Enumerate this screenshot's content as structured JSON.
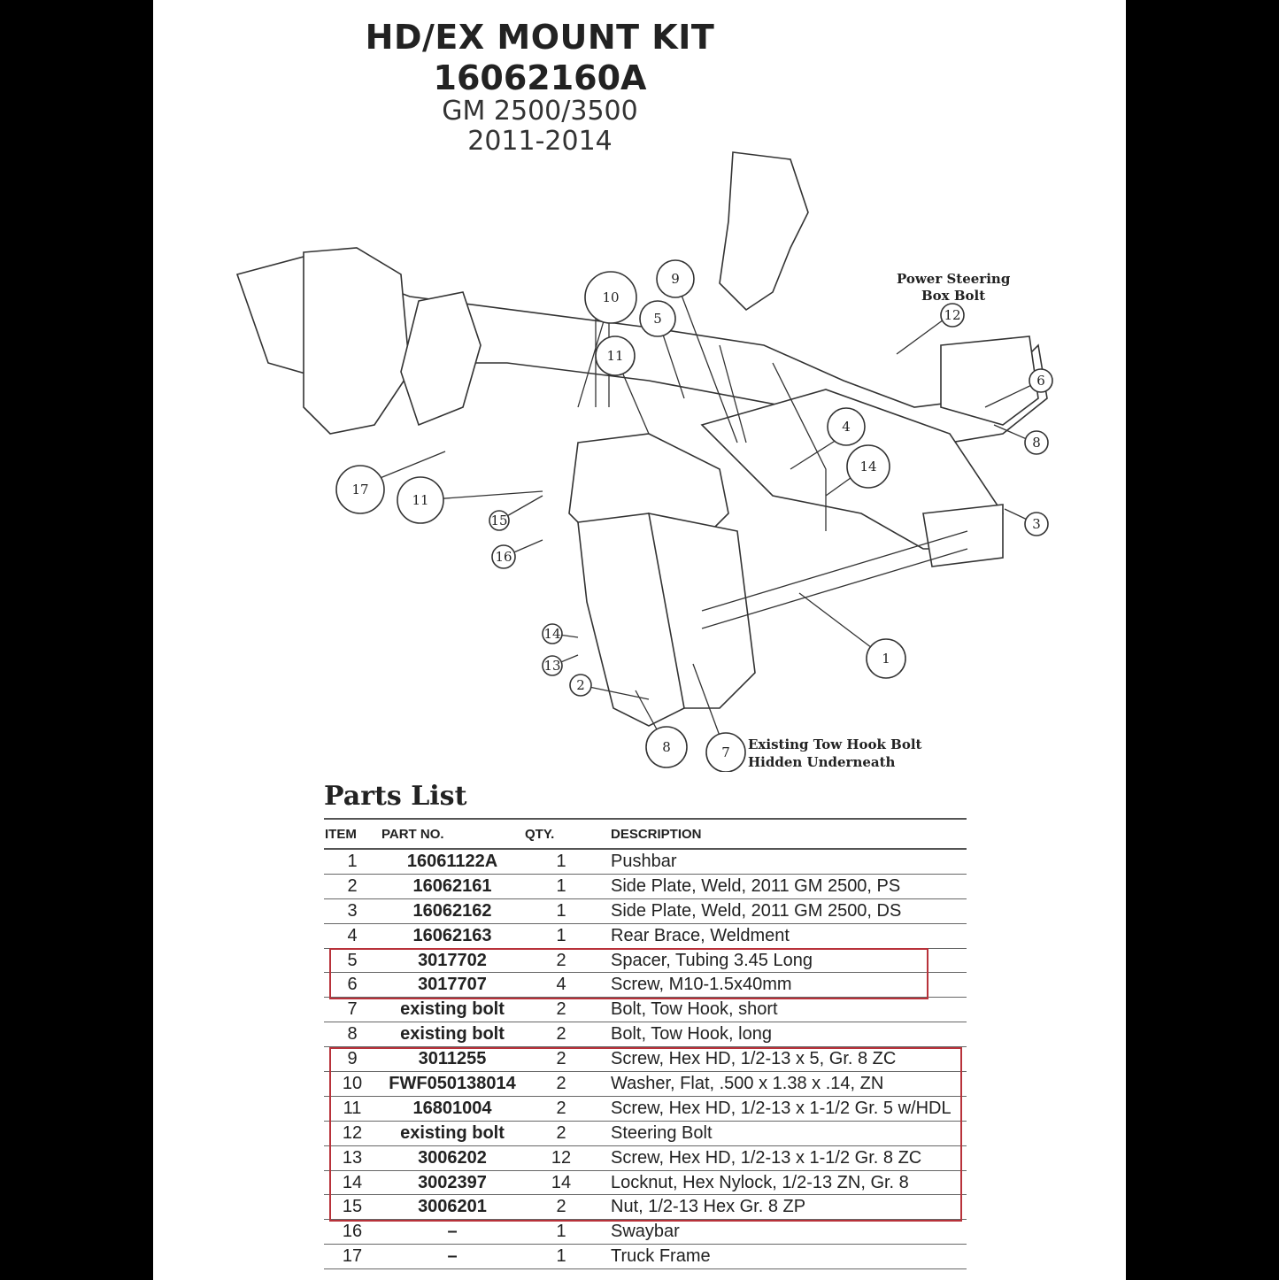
{
  "header": {
    "title": "HD/EX MOUNT KIT",
    "kit_number": "16062160A",
    "vehicle": "GM 2500/3500",
    "years": "2011-2014"
  },
  "diagram": {
    "callouts": [
      "1",
      "2",
      "3",
      "4",
      "5",
      "6",
      "7",
      "8",
      "8",
      "9",
      "10",
      "11",
      "11",
      "12",
      "13",
      "14",
      "14",
      "15",
      "16",
      "17"
    ],
    "notes": {
      "power_steering_line1": "Power Steering",
      "power_steering_line2": "Box Bolt",
      "tow_hook_line1": "Existing Tow Hook Bolt",
      "tow_hook_line2": "Hidden Underneath"
    }
  },
  "parts_list": {
    "heading": "Parts List",
    "columns": [
      "ITEM",
      "PART NO.",
      "QTY.",
      "DESCRIPTION"
    ],
    "rows": [
      {
        "item": "1",
        "part": "16061122A",
        "qty": "1",
        "desc": "Pushbar"
      },
      {
        "item": "2",
        "part": "16062161",
        "qty": "1",
        "desc": "Side Plate, Weld, 2011 GM 2500, PS"
      },
      {
        "item": "3",
        "part": "16062162",
        "qty": "1",
        "desc": "Side Plate, Weld, 2011 GM 2500, DS"
      },
      {
        "item": "4",
        "part": "16062163",
        "qty": "1",
        "desc": "Rear Brace, Weldment"
      },
      {
        "item": "5",
        "part": "3017702",
        "qty": "2",
        "desc": "Spacer, Tubing 3.45 Long"
      },
      {
        "item": "6",
        "part": "3017707",
        "qty": "4",
        "desc": "Screw, M10-1.5x40mm"
      },
      {
        "item": "7",
        "part": "existing bolt",
        "qty": "2",
        "desc": "Bolt, Tow Hook, short"
      },
      {
        "item": "8",
        "part": "existing bolt",
        "qty": "2",
        "desc": "Bolt, Tow Hook, long"
      },
      {
        "item": "9",
        "part": "3011255",
        "qty": "2",
        "desc": "Screw, Hex HD, 1/2-13 x 5, Gr. 8 ZC"
      },
      {
        "item": "10",
        "part": "FWF050138014",
        "qty": "2",
        "desc": "Washer, Flat, .500 x 1.38 x .14, ZN"
      },
      {
        "item": "11",
        "part": "16801004",
        "qty": "2",
        "desc": "Screw, Hex HD, 1/2-13 x 1-1/2 Gr. 5 w/HDL"
      },
      {
        "item": "12",
        "part": "existing bolt",
        "qty": "2",
        "desc": "Steering Bolt"
      },
      {
        "item": "13",
        "part": "3006202",
        "qty": "12",
        "desc": "Screw, Hex HD, 1/2-13 x 1-1/2 Gr. 8  ZC"
      },
      {
        "item": "14",
        "part": "3002397",
        "qty": "14",
        "desc": "Locknut, Hex Nylock, 1/2-13 ZN, Gr. 8"
      },
      {
        "item": "15",
        "part": "3006201",
        "qty": "2",
        "desc": "Nut, 1/2-13 Hex Gr. 8 ZP"
      },
      {
        "item": "16",
        "part": "–",
        "qty": "1",
        "desc": "Swaybar"
      },
      {
        "item": "17",
        "part": "–",
        "qty": "1",
        "desc": "Truck Frame"
      }
    ]
  },
  "colors": {
    "highlight": "#b8323a"
  }
}
